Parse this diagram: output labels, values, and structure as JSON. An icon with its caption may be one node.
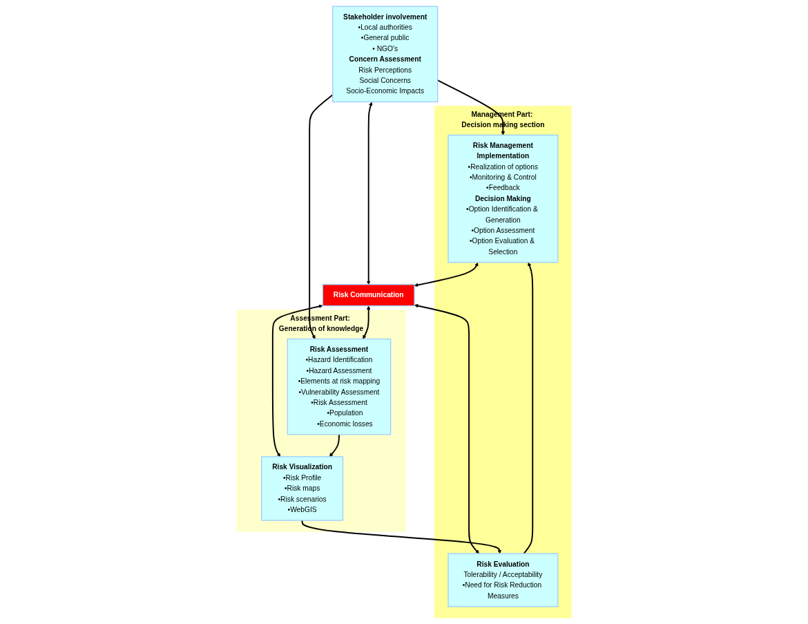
{
  "diagram": {
    "nodes": [
      {
        "text": [
          "Management Part: Decision making section"
        ]
      },
      {
        "text": [
          "Assessment Part: Generation of knowledge"
        ]
      },
      {
        "text": [
          "Stakeholder involvement",
          "•Local authorities",
          "•General public",
          "• NGO's",
          "Concern Assessment",
          "Risk Perceptions",
          "Social Concerns",
          "Socio-Economic Impacts"
        ]
      },
      {
        "text": [
          "Risk Management",
          "Implementation",
          "•Realization of options",
          "•Monitoring & Control",
          "•Feedback",
          "Decision Making",
          "•Option Identification & Generation",
          "•Option Assessment",
          "•Option Evaluation & Selection"
        ],
        "in": 0
      },
      {
        "text": [
          "Risk Communication"
        ]
      },
      {
        "text": [
          "Risk Assessment",
          "•Hazard Identification",
          "•Hazard Assessment",
          "•Elements at risk mapping",
          "•Vulnerability Assessment",
          "•Risk Assessment",
          "•Population",
          "•Economic losses"
        ],
        "in": 1
      },
      {
        "text": [
          "Risk Evaluation",
          "Tolerability / Acceptability",
          "•Need for Risk Reduction Measures"
        ],
        "in": 0
      },
      {
        "text": [
          "Risk Visualization",
          "•Risk Profile",
          "•Risk maps",
          "•Risk scenarios",
          "•WebGIS"
        ],
        "in": 1
      }
    ],
    "edges": [
      {
        "from": 2,
        "to": 3,
        "arrow": "to"
      },
      {
        "from": 2,
        "to": 5,
        "arrow": "to"
      },
      {
        "from": 2,
        "to": 4,
        "arrow": "both"
      },
      {
        "from": 3,
        "to": 4,
        "arrow": "both"
      },
      {
        "from": 4,
        "to": 5,
        "arrow": "both"
      },
      {
        "from": 4,
        "to": 6,
        "arrow": "both"
      },
      {
        "from": 4,
        "to": 7,
        "arrow": "both"
      },
      {
        "from": 5,
        "to": 7,
        "arrow": "to"
      },
      {
        "from": 7,
        "to": 6,
        "arrow": "to"
      },
      {
        "from": 6,
        "to": 3,
        "arrow": "to"
      }
    ]
  }
}
